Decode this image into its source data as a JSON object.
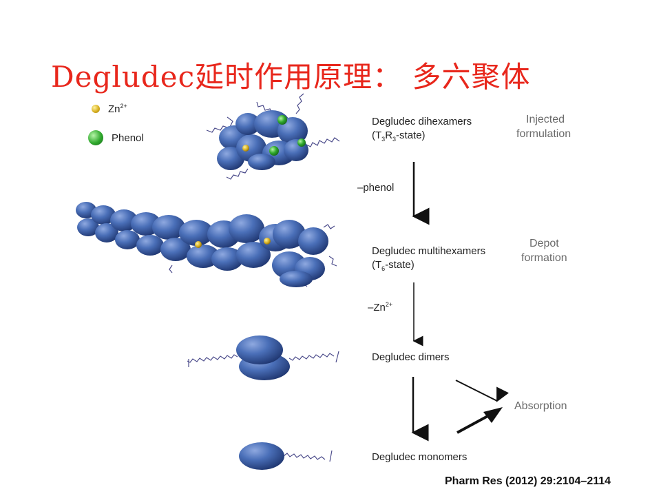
{
  "title": "Degludec延时作用原理： 多六聚体",
  "legend": {
    "zn": {
      "label": "Zn",
      "sup": "2+"
    },
    "phenol": {
      "label": "Phenol"
    }
  },
  "states": {
    "dihexamer": {
      "line1": "Degludec dihexamers",
      "line2_a": "(T",
      "line2_sub1": "3",
      "line2_b": "R",
      "line2_sub2": "3",
      "line2_c": "-state)"
    },
    "multihexamer": {
      "line1": "Degludec multihexamers",
      "line2_a": "(T",
      "line2_sub1": "6",
      "line2_c": "-state)"
    },
    "dimer": {
      "line1": "Degludec dimers"
    },
    "monomer": {
      "line1": "Degludec monomers"
    }
  },
  "steps": {
    "phenol": "–phenol",
    "zn": {
      "label": "–Zn",
      "sup": "2+"
    }
  },
  "side_labels": {
    "injected": {
      "line1": "Injected",
      "line2": "formulation"
    },
    "depot": {
      "line1": "Depot",
      "line2": "formation"
    },
    "absorption": "Absorption"
  },
  "citation": "Pharm Res (2012) 29:2104–2114",
  "colors": {
    "title": "#e8271c",
    "protein": "#4a6fb8",
    "zinc": "#d8b020",
    "phenol": "#2fa82c"
  }
}
